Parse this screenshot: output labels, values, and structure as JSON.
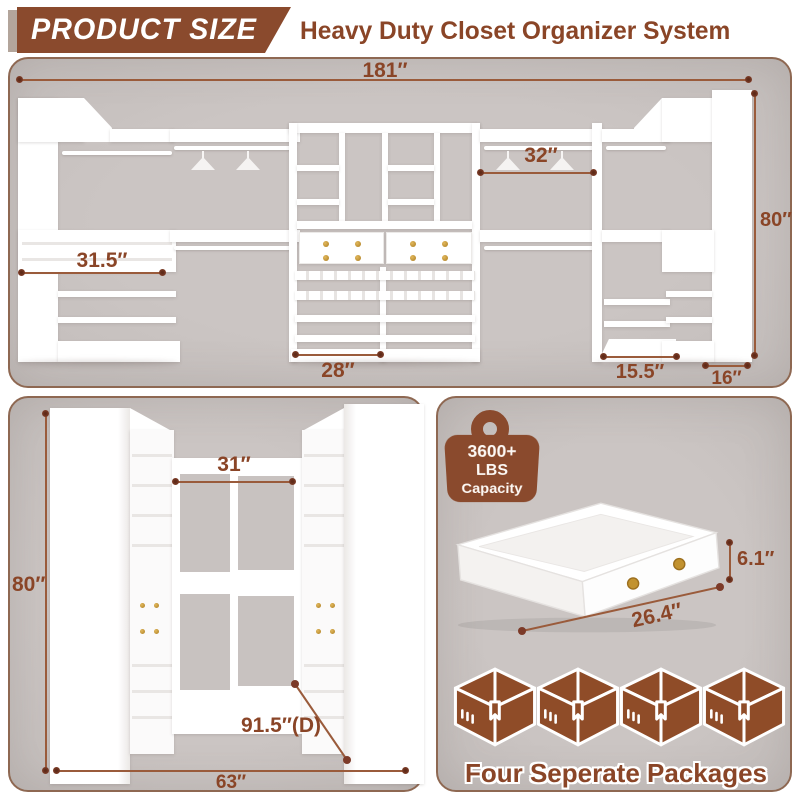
{
  "header": {
    "badge_label": "PRODUCT SIZE",
    "title": "Heavy Duty Closet Organizer System"
  },
  "front_view": {
    "total_width": "181″",
    "height": "80″",
    "hanging_width": "32″",
    "left_section_width": "31.5″",
    "drawer_section_width": "28″",
    "shelf_width": "15.5″",
    "corner_depth": "16″"
  },
  "top_view": {
    "inner_width": "31″",
    "height": "80″",
    "diagonal_depth": "91.5″(D)",
    "total_width": "63″"
  },
  "details": {
    "capacity_badge": {
      "line1": "3600+",
      "line2": "LBS",
      "line3": "Capacity"
    },
    "drawer_height": "6.1″",
    "drawer_width": "26.4″",
    "packages_label": "Four Seperate Packages",
    "package_count": 4
  },
  "colors": {
    "brand_brown": "#8a4a2d",
    "dimension_brown": "#8a4527",
    "panel_gray": "#c8c2c0",
    "gold_knob": "#c2922f"
  }
}
